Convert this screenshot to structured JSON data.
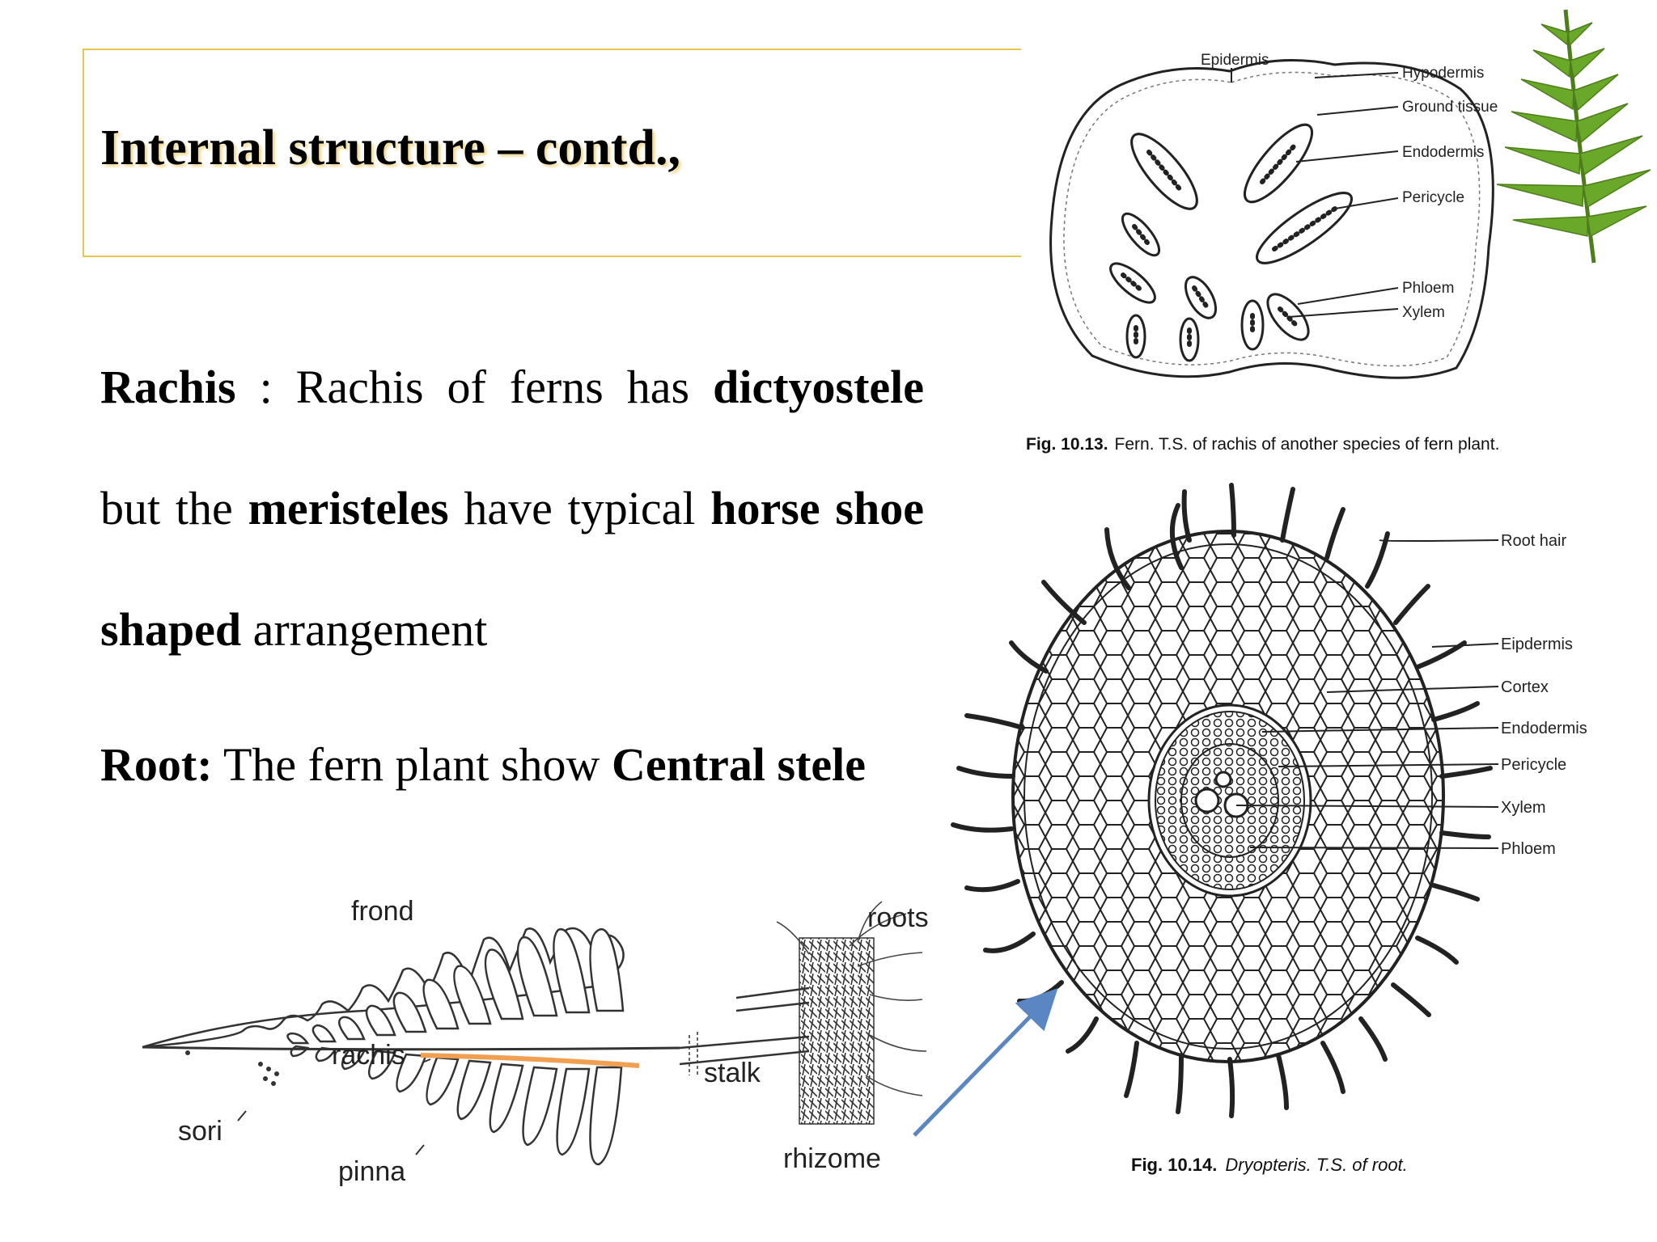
{
  "slide": {
    "title": "Internal structure – contd.,",
    "rachis": {
      "term": "Rachis",
      "t1": " : Rachis of ferns has ",
      "b1": "dictyostele",
      "t2": " but the ",
      "b2": "meristeles",
      "t3": " have typical ",
      "b3": "horse shoe shaped",
      "t4": " arrangement"
    },
    "root": {
      "term": "Root:",
      "t1": " The fern plant show ",
      "b1": "Central stele"
    }
  },
  "fig_rachis": {
    "labels": {
      "epidermis": "Epidermis",
      "hypodermis": "Hypodermis",
      "ground": "Ground tissue",
      "endodermis": "Endodermis",
      "pericycle": "Pericycle",
      "phloem": "Phloem",
      "xylem": "Xylem"
    },
    "caption": {
      "num": "Fig. 10.13.",
      "text": "Fern. T.S. of rachis of another species of fern plant."
    }
  },
  "fig_root": {
    "labels": {
      "root_hair": "Root hair",
      "epidermis": "Eipdermis",
      "cortex": "Cortex",
      "endodermis": "Endodermis",
      "pericycle": "Pericycle",
      "xylem": "Xylem",
      "phloem": "Phloem"
    },
    "caption": {
      "num": "Fig. 10.14.",
      "text": "Dryopteris. T.S. of root."
    }
  },
  "fig_plant": {
    "labels": {
      "frond": "frond",
      "roots": "roots",
      "rachis": "rachis",
      "stalk": "stalk",
      "sori": "sori",
      "pinna": "pinna",
      "rhizome": "rhizome"
    }
  },
  "colors": {
    "title_border": "#e9c64a",
    "title_shadow": "#f0d894",
    "rachis_highlight": "#f0a050",
    "arrow": "#5b86c4",
    "fern_leaf": "#6aa82a"
  },
  "decor": {
    "fern_leaf_icon": "fern-leaf-icon"
  }
}
